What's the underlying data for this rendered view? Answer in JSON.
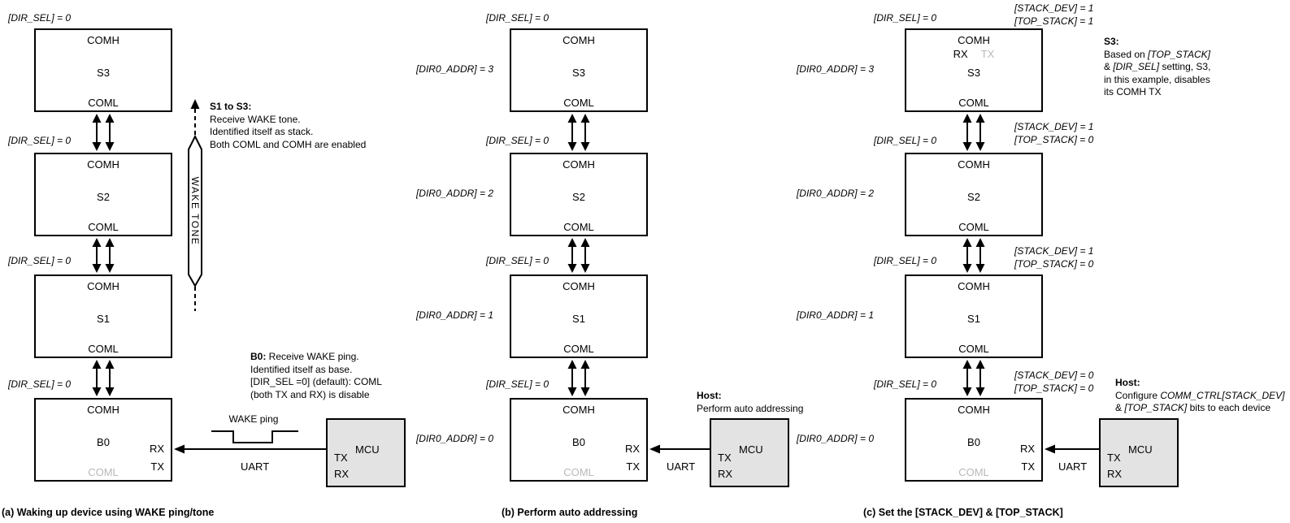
{
  "panel_a": {
    "caption": "(a) Waking up device using WAKE ping/tone",
    "boxes": [
      {
        "dir_sel": "[DIR_SEL] = 0",
        "top": "COMH",
        "name": "S3",
        "bottom": "COML"
      },
      {
        "dir_sel": "[DIR_SEL] = 0",
        "top": "COMH",
        "name": "S2",
        "bottom": "COML"
      },
      {
        "dir_sel": "[DIR_SEL] = 0",
        "top": "COMH",
        "name": "S1",
        "bottom": "COML"
      },
      {
        "dir_sel": "[DIR_SEL] = 0",
        "top": "COMH",
        "name": "B0",
        "bottom": "COML",
        "rx": "RX",
        "tx": "TX"
      }
    ],
    "wake_tone": "WAKE TONE",
    "stack_note": {
      "lead": "S1 to S3:",
      "lines": [
        "Receive WAKE tone.",
        "Identified itself as stack.",
        "Both COML and COMH are enabled"
      ]
    },
    "base_note": {
      "lead": "B0:",
      "line1": " Receive WAKE ping.",
      "lines": [
        "Identified itself as base.",
        "[DIR_SEL =0] (default): COML",
        "(both TX and RX) is disable"
      ]
    },
    "wake_ping": "WAKE ping",
    "uart": "UART",
    "mcu": {
      "label": "MCU",
      "tx": "TX",
      "rx": "RX"
    }
  },
  "panel_b": {
    "caption": "(b) Perform auto addressing",
    "boxes": [
      {
        "dir_sel": "[DIR_SEL] = 0",
        "dir0_addr": "[DIR0_ADDR] = 3",
        "top": "COMH",
        "name": "S3",
        "bottom": "COML"
      },
      {
        "dir_sel": "[DIR_SEL] = 0",
        "dir0_addr": "[DIR0_ADDR] = 2",
        "top": "COMH",
        "name": "S2",
        "bottom": "COML"
      },
      {
        "dir_sel": "[DIR_SEL] = 0",
        "dir0_addr": "[DIR0_ADDR] = 1",
        "top": "COMH",
        "name": "S1",
        "bottom": "COML"
      },
      {
        "dir_sel": "[DIR_SEL] = 0",
        "dir0_addr": "[DIR0_ADDR] = 0",
        "top": "COMH",
        "name": "B0",
        "bottom": "COML",
        "rx": "RX",
        "tx": "TX"
      }
    ],
    "host_note": {
      "lead": "Host:",
      "lines": [
        "Perform auto addressing"
      ]
    },
    "uart": "UART",
    "mcu": {
      "label": "MCU",
      "tx": "TX",
      "rx": "RX"
    }
  },
  "panel_c": {
    "caption": "(c) Set the [STACK_DEV] & [TOP_STACK]",
    "boxes": [
      {
        "dir_sel": "[DIR_SEL] = 0",
        "dir0_addr": "[DIR0_ADDR] = 3",
        "top": "COMH",
        "rx": "RX",
        "tx": "TX",
        "name": "S3",
        "bottom": "COML"
      },
      {
        "dir_sel": "[DIR_SEL] = 0",
        "dir0_addr": "[DIR0_ADDR] = 2",
        "top": "COMH",
        "name": "S2",
        "bottom": "COML"
      },
      {
        "dir_sel": "[DIR_SEL] = 0",
        "dir0_addr": "[DIR0_ADDR] = 1",
        "top": "COMH",
        "name": "S1",
        "bottom": "COML"
      },
      {
        "dir_sel": "[DIR_SEL] = 0",
        "dir0_addr": "[DIR0_ADDR] = 0",
        "top": "COMH",
        "name": "B0",
        "bottom": "COML",
        "rx": "RX",
        "tx": "TX"
      }
    ],
    "stack_labels": [
      {
        "l1": "[STACK_DEV] = 1",
        "l2": "[TOP_STACK] = 1"
      },
      {
        "l1": "[STACK_DEV] = 1",
        "l2": "[TOP_STACK] = 0"
      },
      {
        "l1": "[STACK_DEV] = 1",
        "l2": "[TOP_STACK] = 0"
      },
      {
        "l1": "[STACK_DEV] = 0",
        "l2": "[TOP_STACK] = 0"
      }
    ],
    "s3_note": {
      "lead": "S3:",
      "line1_pre": "Based on ",
      "line1_i": "[TOP_STACK]",
      "line2_pre": "& ",
      "line2_i": "[DIR_SEL]",
      "line2_post": " setting, S3,",
      "line3": "in this example, disables",
      "line4": "its COMH TX"
    },
    "host_note": {
      "lead": "Host:",
      "line1_pre": "Configure ",
      "line1_i": "COMM_CTRL[STACK_DEV]",
      "line2_pre": "& ",
      "line2_i": "[TOP_STACK]",
      "line2_post": " bits to each device"
    },
    "uart": "UART",
    "mcu": {
      "label": "MCU",
      "tx": "TX",
      "rx": "RX"
    }
  },
  "colors": {
    "disabled_text": "#b8b8b8",
    "mcu_fill": "#e3e3e3",
    "line": "#000000"
  }
}
